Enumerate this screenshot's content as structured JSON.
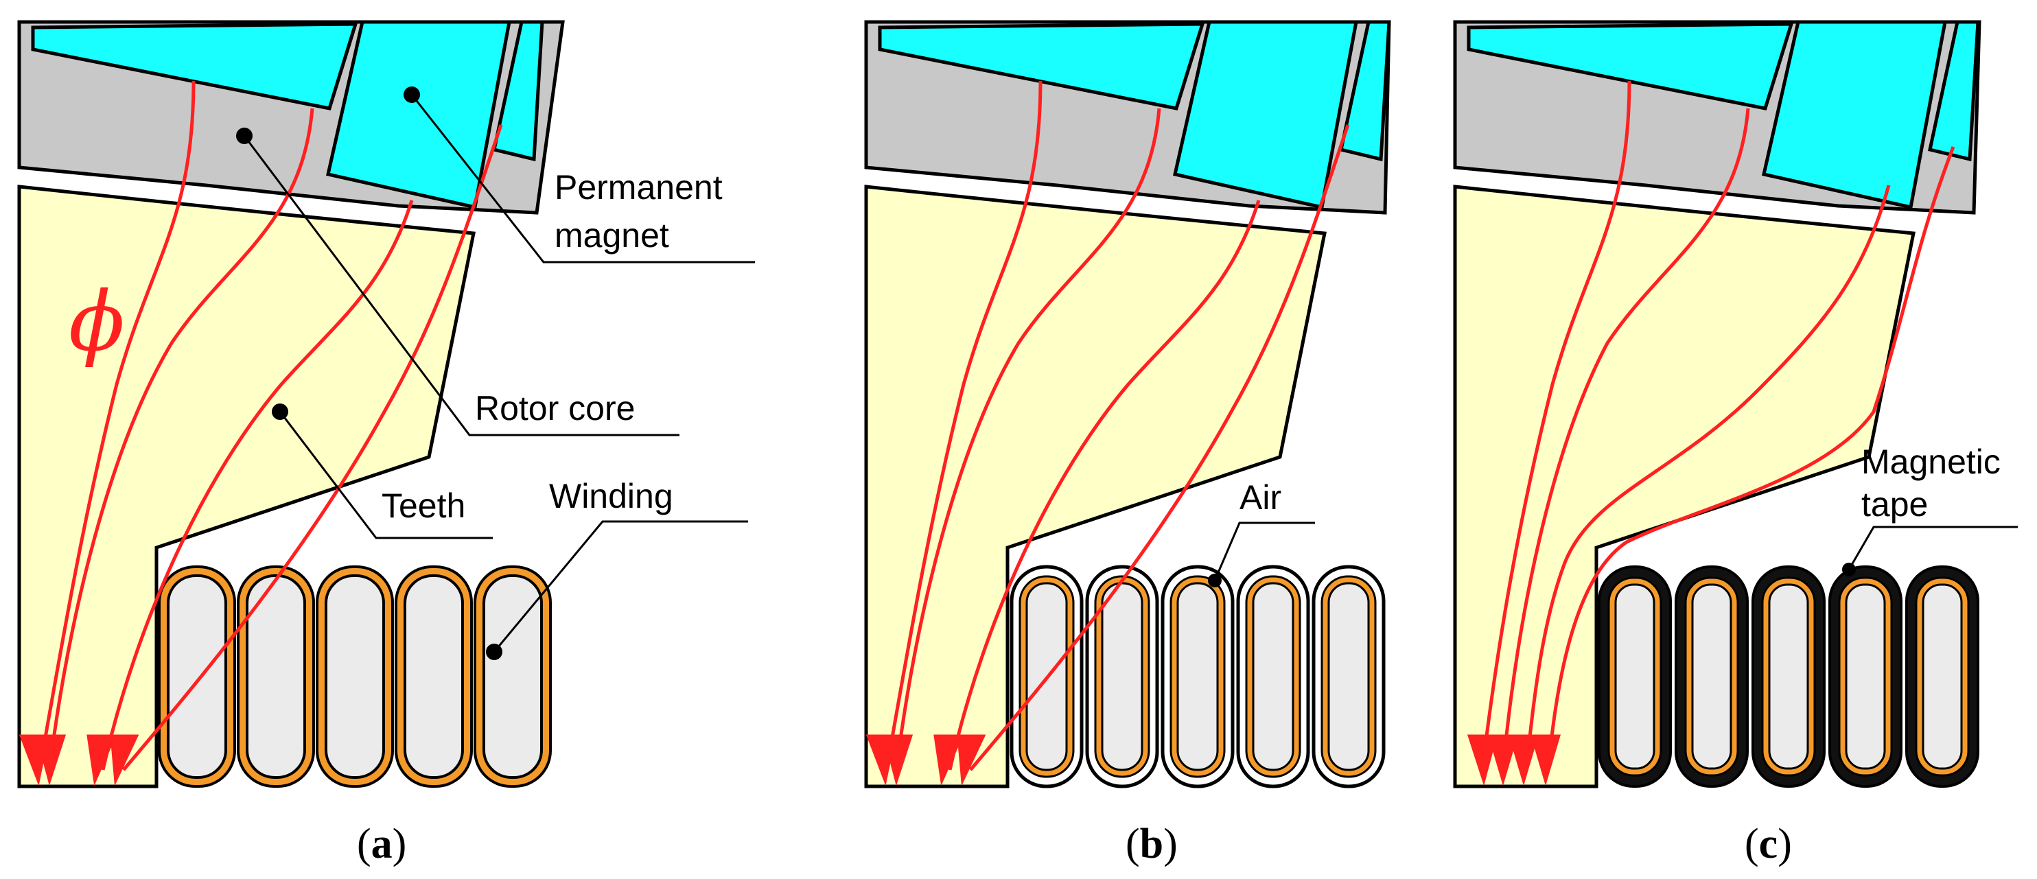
{
  "labels": {
    "permanent_magnet_line1": "Permanent",
    "permanent_magnet_line2": "magnet",
    "rotor_core": "Rotor core",
    "teeth": "Teeth",
    "winding": "Winding",
    "flux_symbol": "ϕ",
    "air": "Air",
    "magnetic_tape_line1": "Magnetic",
    "magnetic_tape_line2": "tape"
  },
  "captions": [
    {
      "open": "(",
      "letter": "a",
      "close": ")"
    },
    {
      "open": "(",
      "letter": "b",
      "close": ")"
    },
    {
      "open": "(",
      "letter": "c",
      "close": ")"
    }
  ],
  "colors": {
    "magnet": "#19ffff",
    "rotor_core": "#c8c8c8",
    "teeth": "#ffffc8",
    "winding_fill": "#ebebeb",
    "winding_insulation": "#f39a2a",
    "flux_lines": "#ff2020",
    "magnetic_tape": "#111111"
  }
}
